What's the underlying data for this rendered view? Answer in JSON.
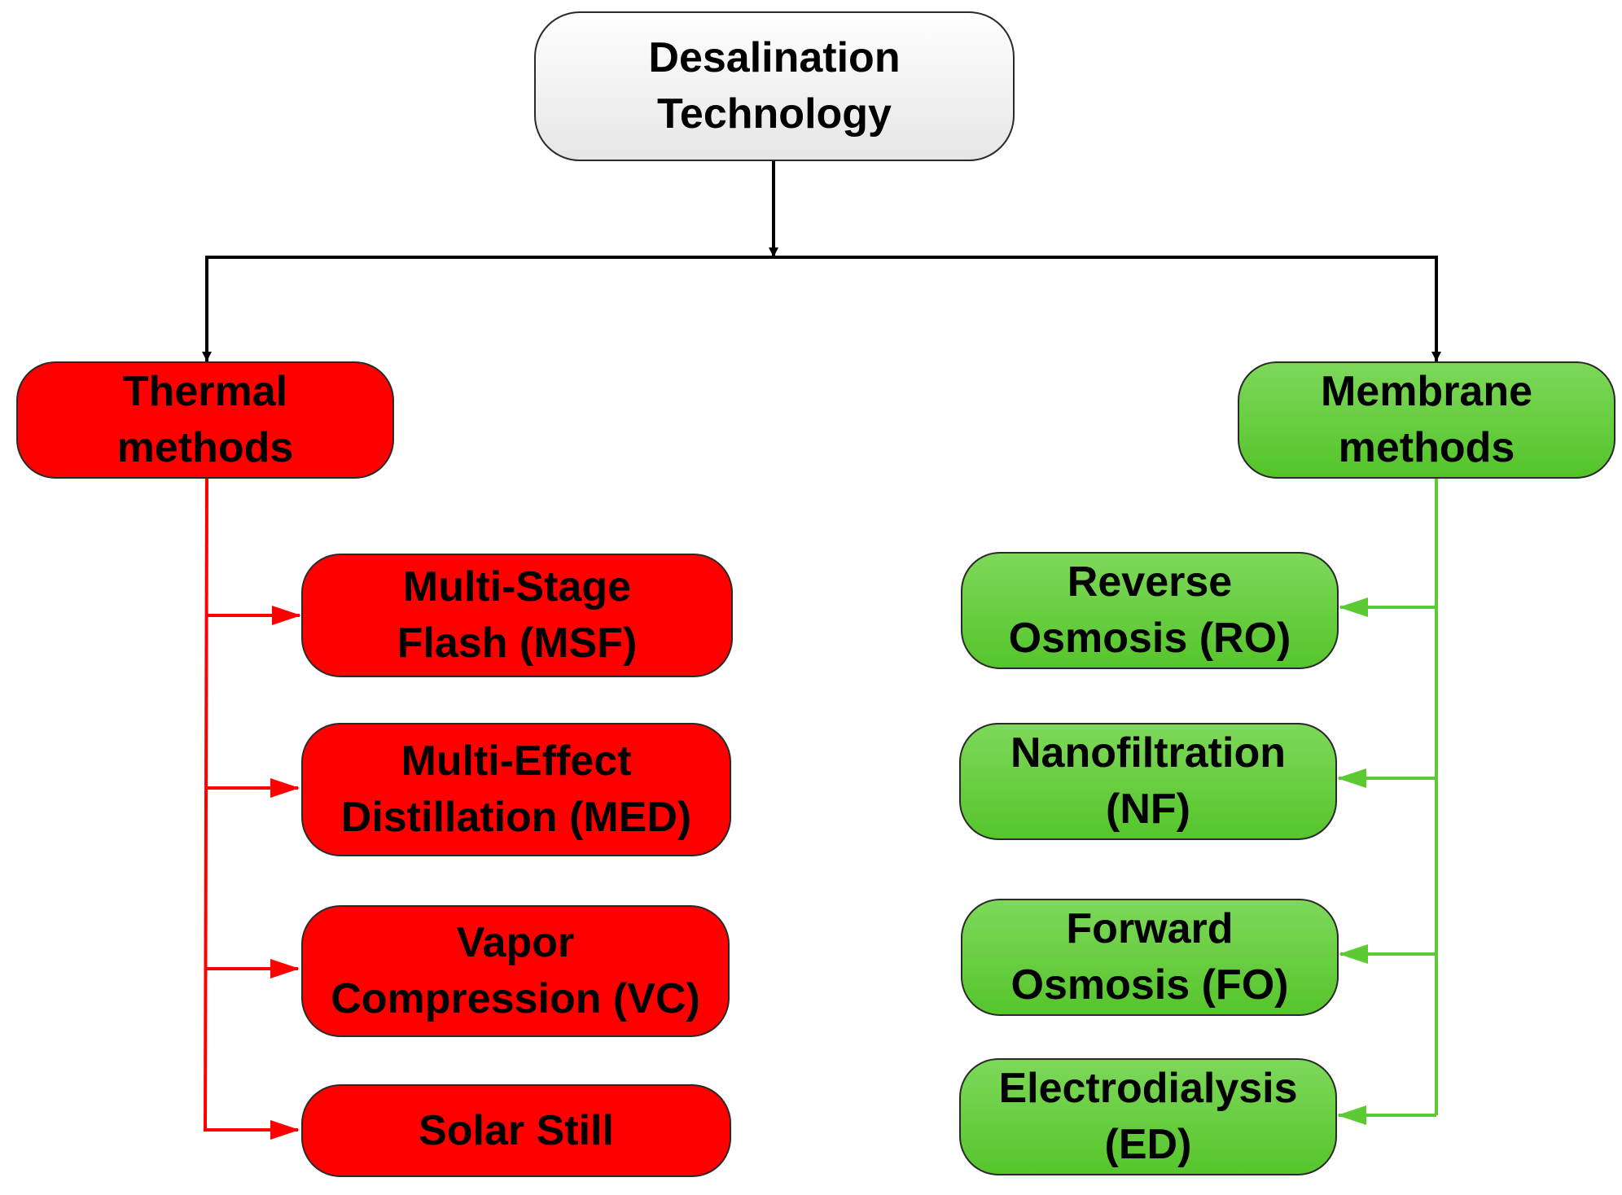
{
  "root": {
    "line1": "Desalination",
    "line2": "Technology"
  },
  "thermal": {
    "line1": "Thermal",
    "line2": "methods",
    "color": "#ff0000",
    "children": [
      {
        "line1": "Multi-Stage",
        "line2": "Flash (MSF)"
      },
      {
        "line1": "Multi-Effect",
        "line2": "Distillation (MED)"
      },
      {
        "line1": "Vapor",
        "line2": "Compression (VC)"
      },
      {
        "line1": "Solar Still",
        "line2": ""
      }
    ]
  },
  "membrane": {
    "line1": "Membrane",
    "line2": "methods",
    "color": "#5ccb33",
    "children": [
      {
        "line1": "Reverse",
        "line2": "Osmosis (RO)"
      },
      {
        "line1": "Nanofiltration",
        "line2": "(NF)"
      },
      {
        "line1": "Forward",
        "line2": "Osmosis (FO)"
      },
      {
        "line1": "Electrodialysis",
        "line2": "(ED)"
      }
    ]
  },
  "colors": {
    "connector": "#000000",
    "thermal_line": "#ff0000",
    "membrane_line": "#5ccb33"
  }
}
